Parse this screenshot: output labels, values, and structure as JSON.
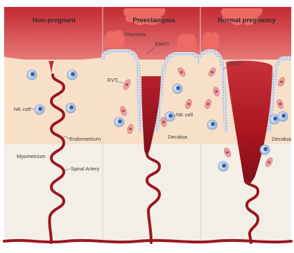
{
  "panels": [
    {
      "title": "Non-pregnant"
    },
    {
      "title": "Preeclampsia"
    },
    {
      "title": "Normal pregnancy"
    }
  ],
  "labels": {
    "nk_cell_left": "NK cell",
    "endometrium": "Endometrium",
    "myometrium": "Myometrium",
    "spiral_artery": "Spiral Artery",
    "placenta": "Placenta",
    "envt_mid": "ENVT",
    "evt": "EVT",
    "nk_cell_mid": "NK cell",
    "decidua_mid": "Decidua",
    "envt_right": "ENVT",
    "decidua_right": "Decidua"
  },
  "colors": {
    "blood_red": "#b81f2a",
    "artery_dark": "#8e1520",
    "endometrium_peach": "#f8e0c8",
    "myometrium_cream": "#f3eee6",
    "placenta_pink": "#ec6a63",
    "nk_cell_blue": "#a9c3e6",
    "evt_pink": "#e8a0a5"
  }
}
